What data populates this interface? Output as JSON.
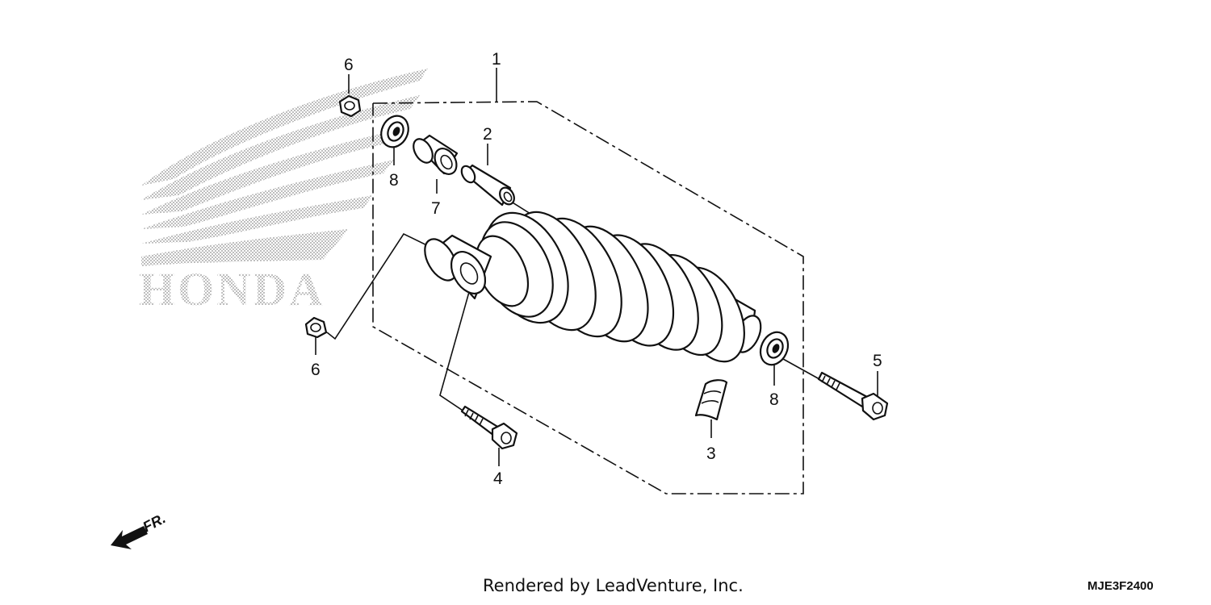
{
  "watermark": {
    "brand": "HONDA",
    "color": "#9a9a9a"
  },
  "callouts": [
    {
      "id": "callout-1",
      "label": "1"
    },
    {
      "id": "callout-2",
      "label": "2"
    },
    {
      "id": "callout-3",
      "label": "3"
    },
    {
      "id": "callout-4",
      "label": "4"
    },
    {
      "id": "callout-5",
      "label": "5"
    },
    {
      "id": "callout-6a",
      "label": "6"
    },
    {
      "id": "callout-6b",
      "label": "6"
    },
    {
      "id": "callout-7",
      "label": "7"
    },
    {
      "id": "callout-8a",
      "label": "8"
    },
    {
      "id": "callout-8b",
      "label": "8"
    }
  ],
  "direction_indicator": {
    "label": "FR.",
    "icon": "front-direction-arrow-icon"
  },
  "footer": {
    "credit": "Rendered by LeadVenture, Inc.",
    "diagram_code": "MJE3F2400"
  }
}
